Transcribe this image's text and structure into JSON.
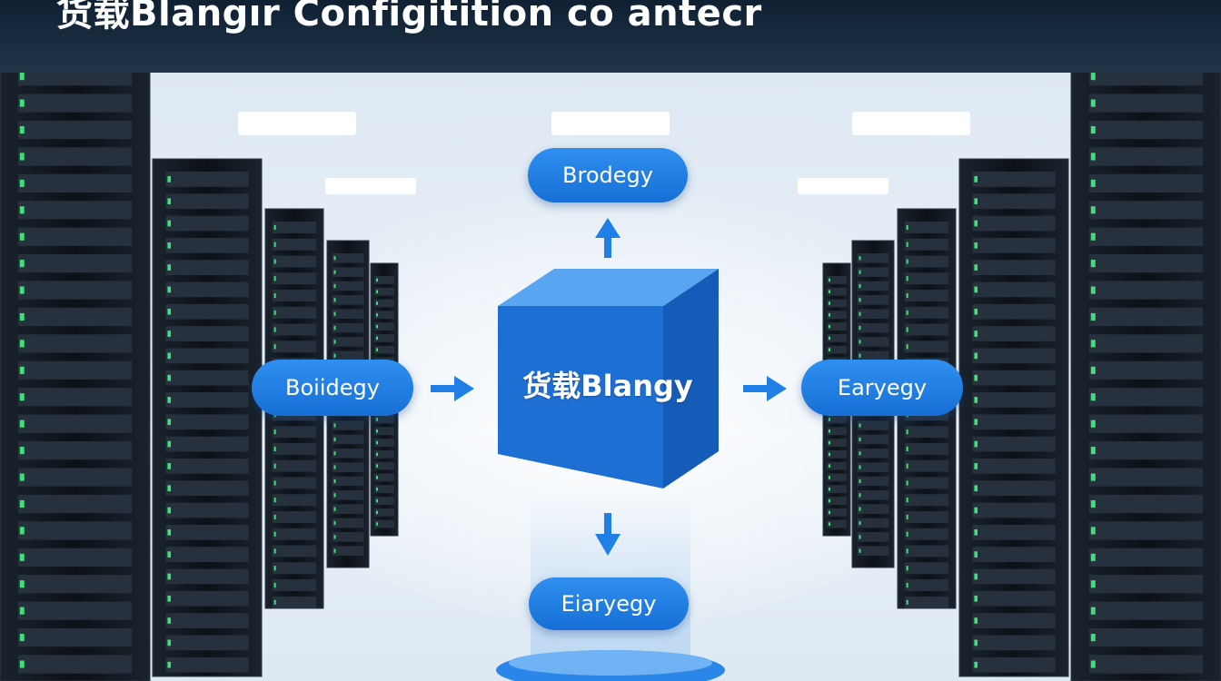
{
  "banner": {
    "title": "货载Blangır Configitition co antecr"
  },
  "diagram": {
    "center_label": "货载Blangy",
    "top_node": "Brodegy",
    "left_node": "Boiidegy",
    "right_node": "Earyegy",
    "bottom_node": "Eiaryegy"
  },
  "colors": {
    "node_blue": "#1f7fe6",
    "cube_front": "#1e6fd4",
    "cube_top": "#5aa5f2",
    "cube_side": "#155cb8",
    "rack_body": "#111820",
    "room_light": "#eef5fb"
  }
}
